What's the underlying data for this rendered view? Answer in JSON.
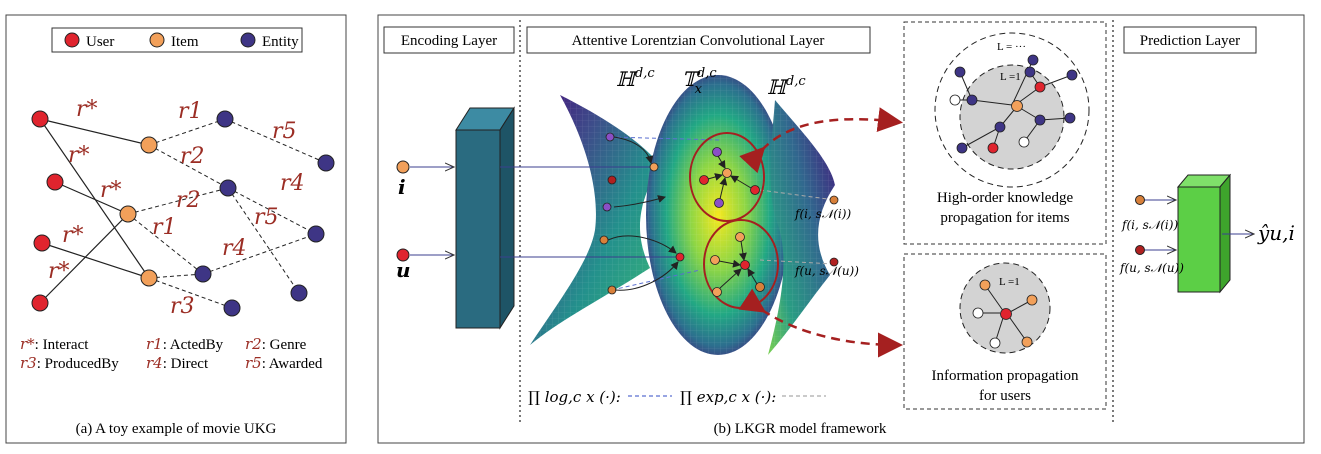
{
  "panel_a": {
    "legend": {
      "user": "User",
      "item": "Item",
      "entity": "Entity"
    },
    "edge_labels": {
      "interact": "r*",
      "r1": "r1",
      "r2": "r2",
      "r3": "r3",
      "r4": "r4",
      "r5": "r5"
    },
    "key": [
      {
        "sym": "r*",
        "text": ": Interact"
      },
      {
        "sym": "r1",
        "text": ": ActedBy"
      },
      {
        "sym": "r2",
        "text": ": Genre"
      },
      {
        "sym": "r3",
        "text": ": ProducedBy"
      },
      {
        "sym": "r4",
        "text": ": Direct"
      },
      {
        "sym": "r5",
        "text": ": Awarded"
      }
    ],
    "caption": "(a) A toy example of movie UKG"
  },
  "panel_b": {
    "encoding_title": "Encoding Layer",
    "attentive_title": "Attentive Lorentzian Convolutional Layer",
    "prediction_title": "Prediction Layer",
    "input_i": "i",
    "input_u": "u",
    "hyper_left": "ℍ",
    "tangent": "𝕋",
    "hyper_right": "ℍ",
    "sup_dc": "d,c",
    "sub_x": "x",
    "agg_item": "f(i, s𝒩(i))",
    "agg_user": "f(u, s𝒩(u))",
    "log_map": "∏ log,c x (·):",
    "exp_map": "∏ exp,c x (·):",
    "items_box_line1": "High-order knowledge",
    "items_box_line2": "propagation for items",
    "users_box_line1": "Information propagation",
    "users_box_line2": "for users",
    "l_dots": "L = ···",
    "l_one": "L =1",
    "l_one_user": "L =1",
    "pred_in_item": "f(i, s𝒩(i))",
    "pred_in_user": "f(u, s𝒩(u))",
    "output": "ŷu,i",
    "caption": "(b) LKGR model framework"
  },
  "colors": {
    "user": "#e0242e",
    "item": "#f2a05a",
    "entity": "#3e3585",
    "relation": "#9b2d24",
    "encoder": "#2a6b80",
    "predictor": "#5ccf46"
  }
}
